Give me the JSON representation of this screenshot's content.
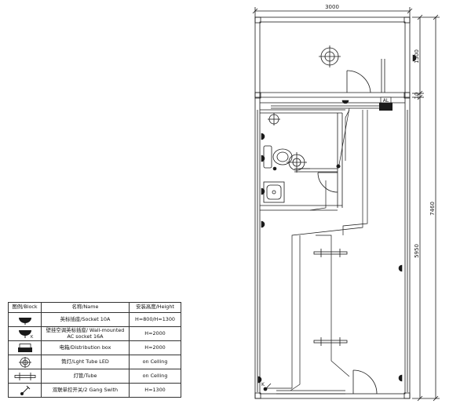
{
  "dimensions": {
    "width_total": "3000",
    "segment_top": "1500",
    "segment_gap": "10",
    "segment_main": "5950",
    "height_total": "7460"
  },
  "legend": {
    "headers": {
      "block": "图例/Block",
      "name": "名称/Name",
      "height": "安装高度/Height"
    },
    "rows": [
      {
        "symbol": "socket-10a-icon",
        "name": "英标插座/Socket 10A",
        "height": "H=800/H=1300"
      },
      {
        "symbol": "ac-socket-16a-icon",
        "name": "壁挂空调英标插座/ Wall-mounted AC socket 16A",
        "height": "H=2000"
      },
      {
        "symbol": "distribution-box-icon",
        "name": "电箱/Distribution box",
        "height": "H=2000"
      },
      {
        "symbol": "light-tube-led-icon",
        "name": "筒灯/Lght Tube LED",
        "height": "on Celling"
      },
      {
        "symbol": "tube-icon",
        "name": "灯管/Tube",
        "height": "on Celling"
      },
      {
        "symbol": "gang-switch-icon",
        "name": "双联单控开关/2 Gang Swith",
        "height": "H=1300"
      }
    ]
  },
  "labels": {
    "distribution_box_tag": "AL",
    "switch_tag": "K"
  },
  "colors": {
    "line": "#1a1a1a",
    "wall_fill": "#ffffff"
  }
}
